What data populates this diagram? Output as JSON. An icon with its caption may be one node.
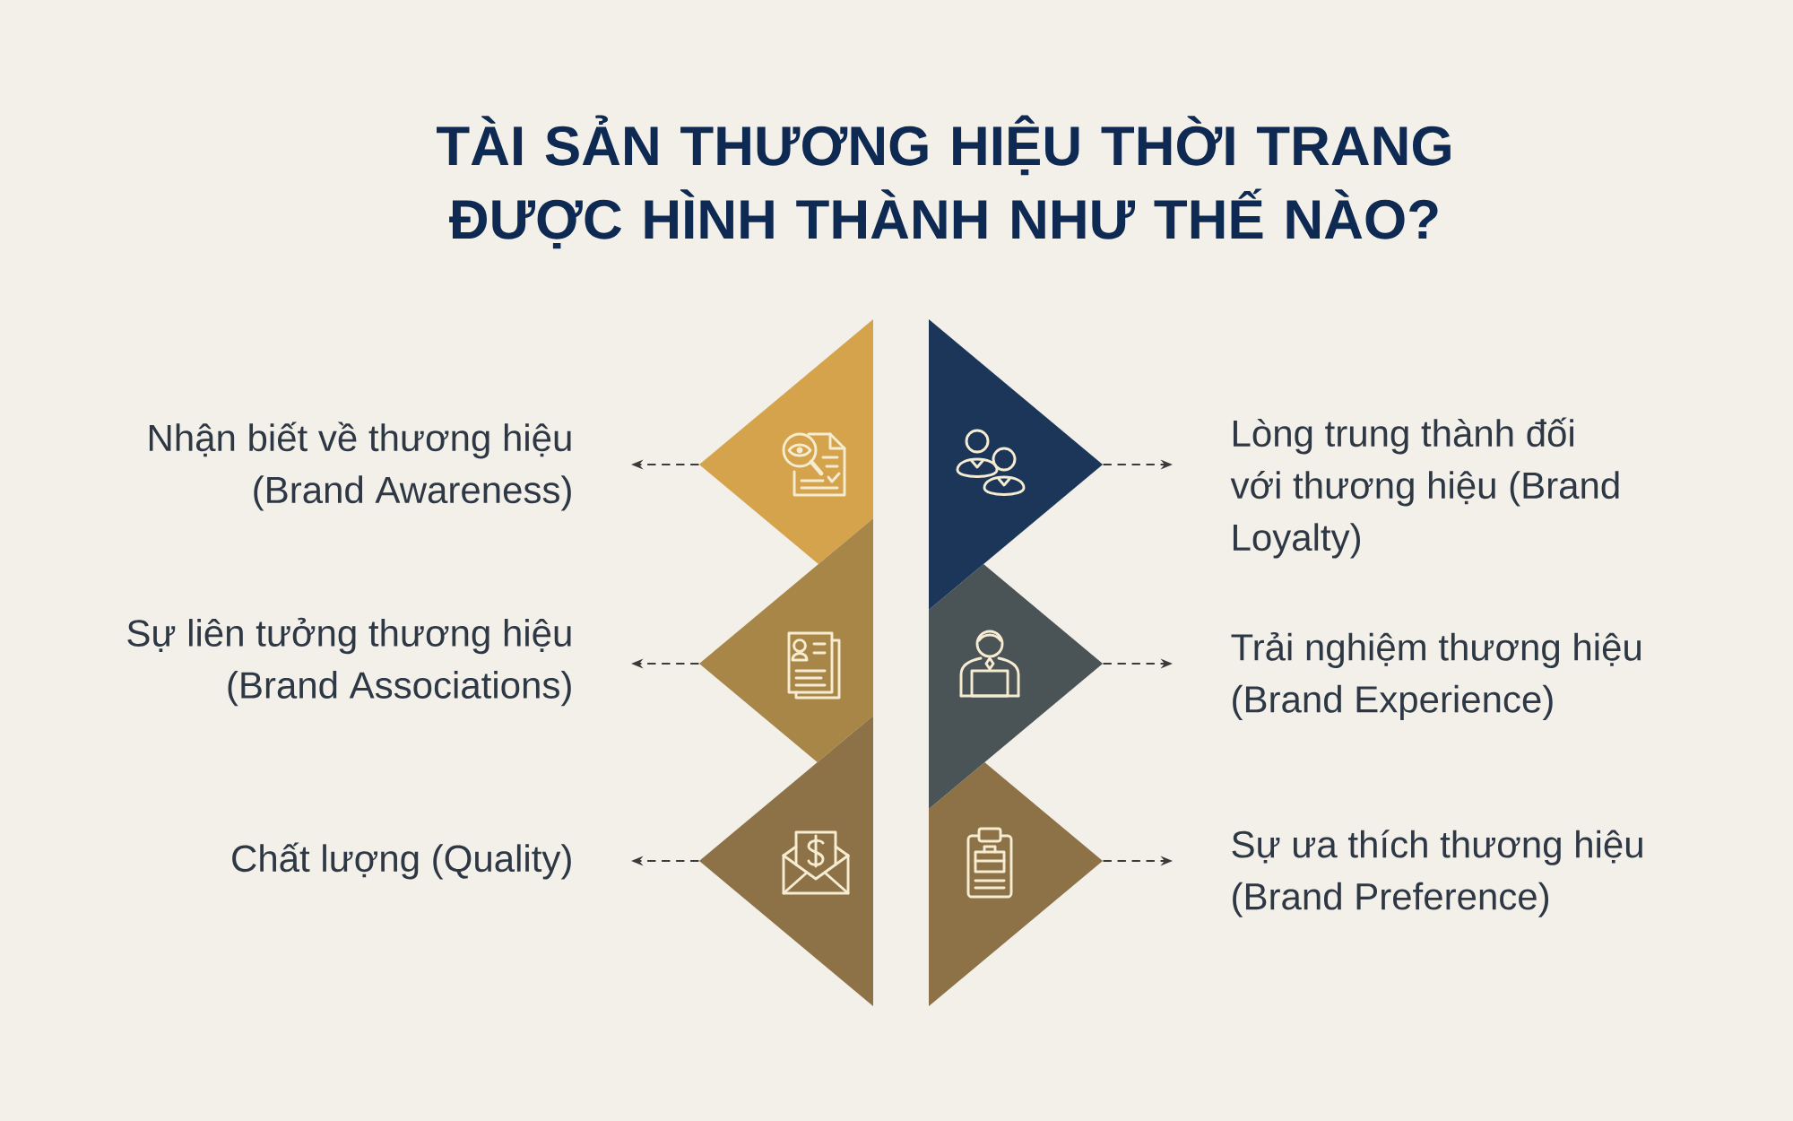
{
  "diagram": {
    "title": "TÀI SẢN THƯƠNG HIỆU THỜI TRANG ĐƯỢC HÌNH THÀNH NHƯ THẾ NÀO?",
    "nodes": [
      {
        "text": [
          "Nhận biết về thương hiệu (Brand Awareness)"
        ]
      },
      {
        "text": [],
        "shape": "triangle"
      },
      {
        "text": [],
        "shape": "triangle"
      },
      {
        "text": [
          "Lòng trung thành đối với thương hiệu (Brand Loyalty)"
        ]
      },
      {
        "text": [
          "Sự liên tưởng thương hiệu (Brand Associations)"
        ]
      },
      {
        "text": [],
        "shape": "triangle"
      },
      {
        "text": [],
        "shape": "triangle"
      },
      {
        "text": [
          "Trải nghiệm thương hiệu (Brand Experience)"
        ]
      },
      {
        "text": [
          "Chất lượng (Quality)"
        ]
      },
      {
        "text": [],
        "shape": "triangle"
      },
      {
        "text": [],
        "shape": "triangle"
      },
      {
        "text": [
          "Sự ưa thích thương hiệu (Brand Preference)"
        ]
      }
    ],
    "edges": [
      {
        "from": 1,
        "to": 0,
        "arrow": "to",
        "style": "dashed"
      },
      {
        "from": 2,
        "to": 3,
        "arrow": "to",
        "style": "dashed"
      },
      {
        "from": 5,
        "to": 4,
        "arrow": "to",
        "style": "dashed"
      },
      {
        "from": 6,
        "to": 7,
        "arrow": "to",
        "style": "dashed"
      },
      {
        "from": 9,
        "to": 8,
        "arrow": "to",
        "style": "dashed"
      },
      {
        "from": 10,
        "to": 11,
        "arrow": "to",
        "style": "dashed"
      }
    ]
  }
}
